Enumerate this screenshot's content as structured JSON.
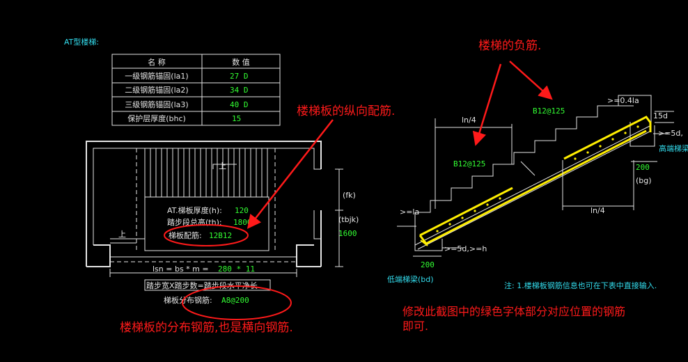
{
  "title": "AT型楼梯:",
  "table": {
    "headers": [
      "名 称",
      "数 值"
    ],
    "rows": [
      {
        "name": "一级钢筋锚固(la1)",
        "value": "27 D"
      },
      {
        "name": "二级钢筋锚固(la2)",
        "value": "34 D"
      },
      {
        "name": "三级钢筋锚固(la3)",
        "value": "40 D"
      },
      {
        "name": "保护层厚度(bhc)",
        "value": "15"
      }
    ]
  },
  "plan": {
    "up_label_top": "上",
    "up_label_left": "上",
    "thickness_label": "AT.梯板厚度(h):",
    "thickness_value": "120",
    "height_label": "踏步段总高(th):",
    "height_value": "1800",
    "rebar_label": "梯板配筋:",
    "rebar_value": "12B12",
    "fk_label": "(fk)",
    "tbjk_label": "(tbjk)",
    "tbjk_value": "1600",
    "lsn_formula": "lsn = bs * m =",
    "lsn_value": "280 * 11",
    "lsn_note": "踏步宽X踏步数=踏步段水平净长",
    "dist_label": "梯板分布钢筋:",
    "dist_value": "A8@200"
  },
  "section": {
    "ln4_left": "ln/4",
    "ln4_right": "ln/4",
    "rebar_left": "B12@125",
    "rebar_top": "B12@125",
    "anchor_top": ">=0.4la",
    "d15": "15d",
    "five_d_top": ">=5d,",
    "high_beam": "高端梯梁",
    "dim_200_right": "200",
    "bg_label": "(bg)",
    "la_label": ">=la",
    "five_d_bottom": ">=5d,>=h",
    "dim_200_left": "200",
    "low_beam": "低端梯梁(bd)",
    "note": "注: 1.楼梯板钢筋信息也可在下表中直接输入."
  },
  "annotations": {
    "longitudinal": "楼梯板的纵向配筋.",
    "negative": "楼梯的负筋.",
    "distribution": "楼梯板的分布钢筋,也是横向钢筋.",
    "instruction_line1": "修改此截图中的绿色字体部分对应位置的钢筋",
    "instruction_line2": "即可."
  },
  "colors": {
    "background": "#000000",
    "line": "#e6e6e6",
    "value_green": "#33ff33",
    "cyan": "#33ddee",
    "annotation_red": "#ff1a1a",
    "rebar_yellow": "#ffee00"
  }
}
